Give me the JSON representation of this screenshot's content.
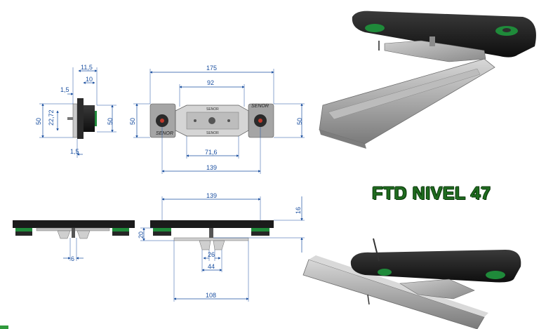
{
  "title": "FTD NIVEL 47",
  "brand_label": "SENOR",
  "colors": {
    "dimension": "#1a4fa0",
    "accent_green": "#1f8a3a",
    "body_dark": "#1c1c1c",
    "plate_gray": "#a8a8a8",
    "title_green": "#1f6b1f"
  },
  "side_view": {
    "dims": {
      "total_width": "11,5",
      "inner": "10",
      "left_top": "1,5",
      "height_left": "50",
      "inner_height": "22,72",
      "height_right": "50",
      "bottom": "1,5"
    }
  },
  "front_view": {
    "dims": {
      "overall": "175",
      "center": "92",
      "height_left": "50",
      "height_right": "50",
      "plate": "71,6",
      "holes": "139"
    }
  },
  "elevation_view": {
    "dims": {
      "holes": "139",
      "height": "16",
      "drop": "20",
      "tab": "6",
      "clip": "26",
      "clip_inner": "44",
      "base": "108"
    }
  }
}
